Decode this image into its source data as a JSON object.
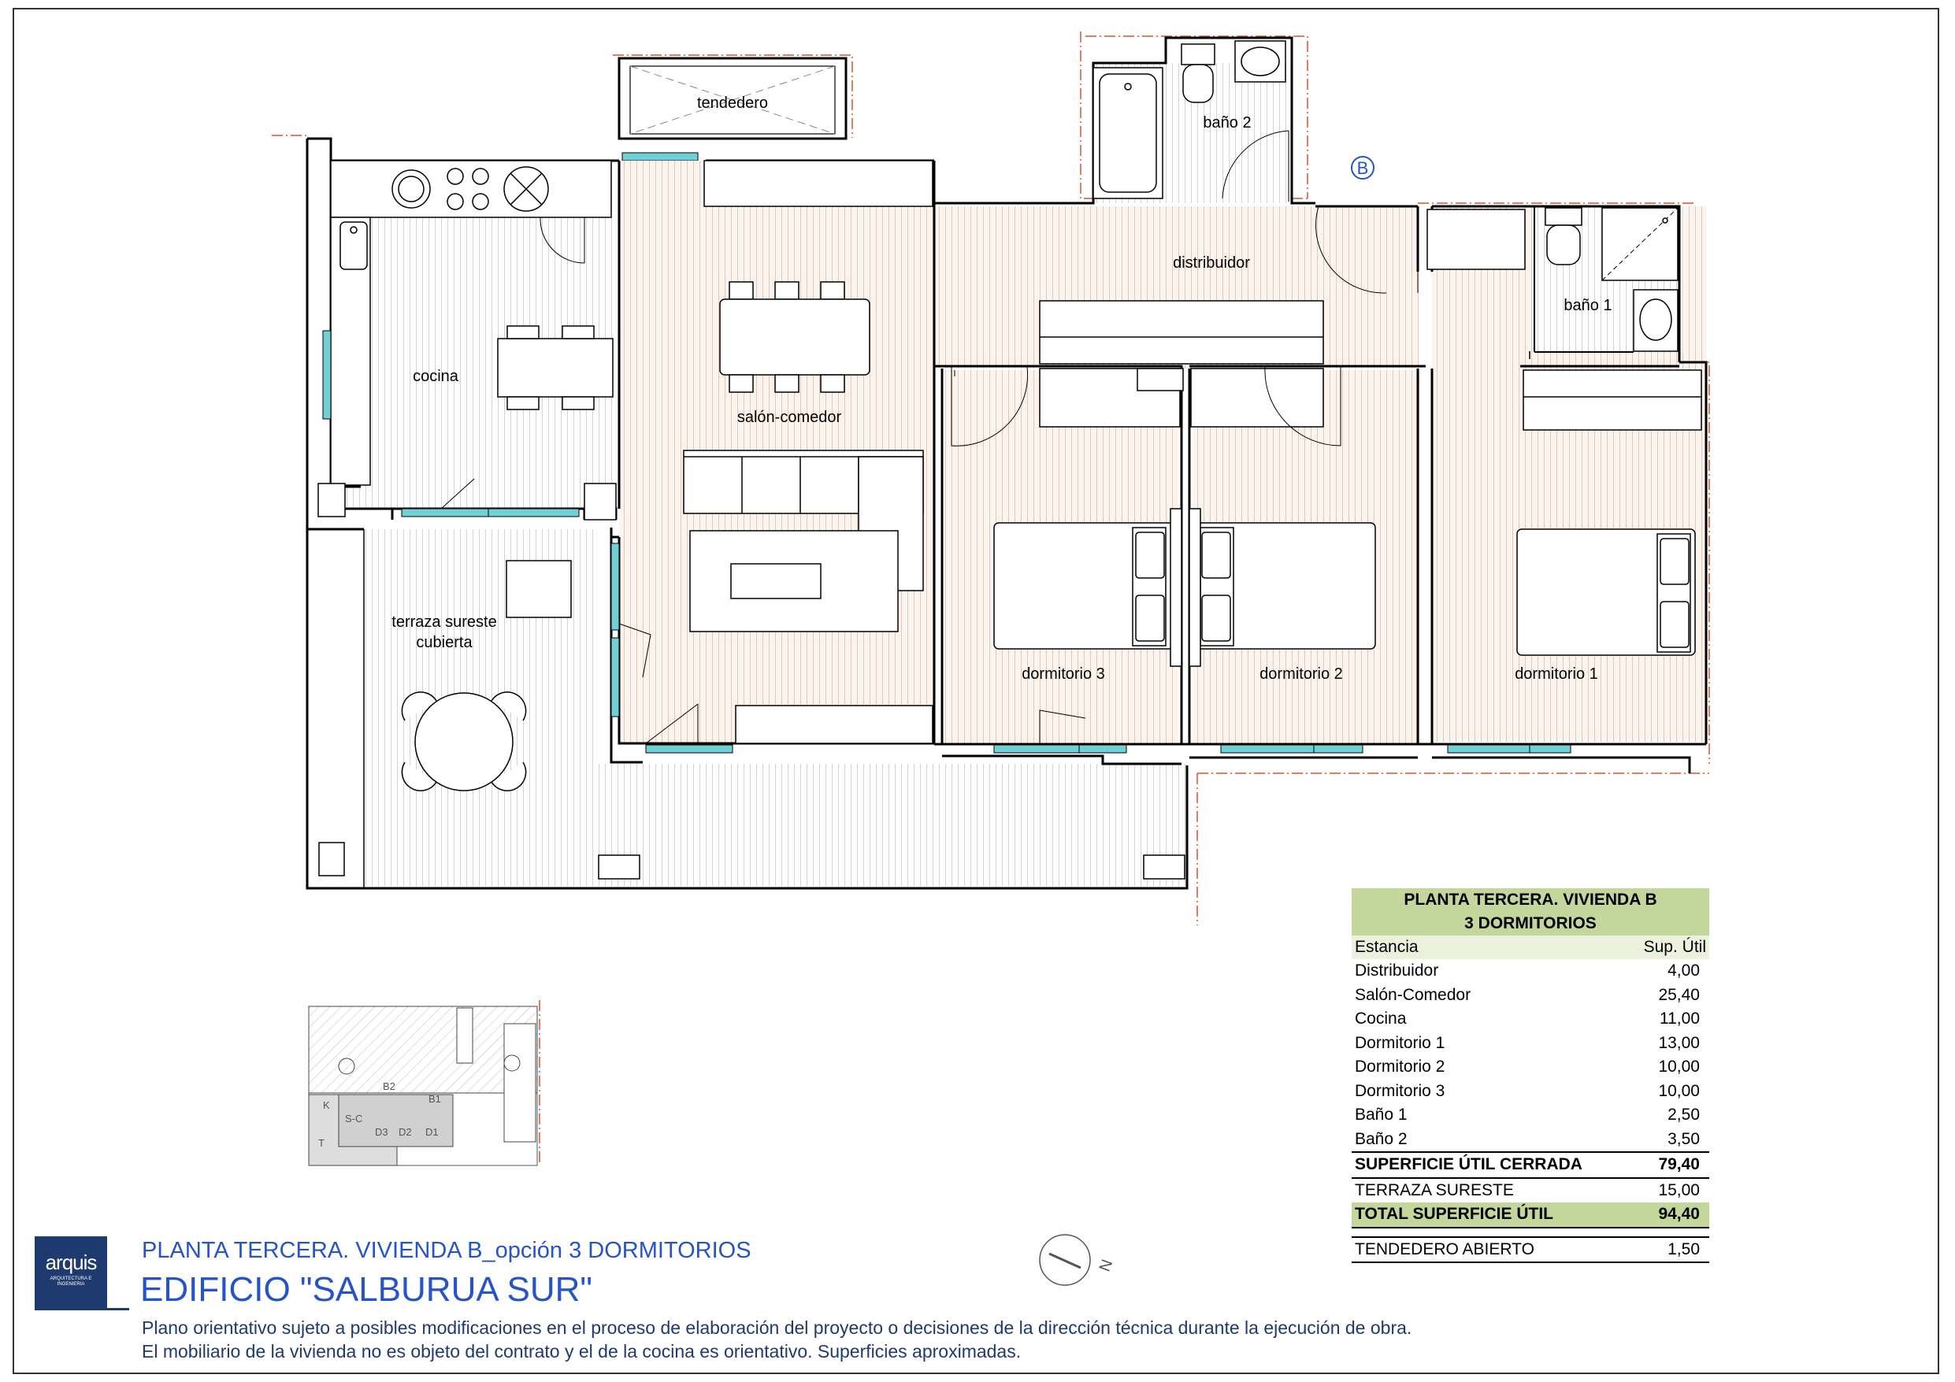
{
  "plan": {
    "marker": "B",
    "rooms": {
      "tendedero": "tendedero",
      "bano2": "baño 2",
      "distribuidor": "distribuidor",
      "bano1": "baño 1",
      "cocina": "cocina",
      "salon": "salón-comedor",
      "terraza_line1": "terraza sureste",
      "terraza_line2": "cubierta",
      "dorm3": "dormitorio 3",
      "dorm2": "dormitorio 2",
      "dorm1": "dormitorio 1"
    },
    "keyplan": {
      "labels": [
        "K",
        "S-C",
        "D3",
        "D2",
        "D1",
        "T",
        "B2",
        "B1"
      ]
    },
    "compass": "N"
  },
  "area_table": {
    "title_line1": "PLANTA TERCERA. VIVIENDA B",
    "title_line2": "3 DORMITORIOS",
    "col_room": "Estancia",
    "col_area": "Sup. Útil",
    "rows": [
      {
        "room": "Distribuidor",
        "area": "4,00"
      },
      {
        "room": "Salón-Comedor",
        "area": "25,40"
      },
      {
        "room": "Cocina",
        "area": "11,00"
      },
      {
        "room": "Dormitorio 1",
        "area": "13,00"
      },
      {
        "room": "Dormitorio 2",
        "area": "10,00"
      },
      {
        "room": "Dormitorio 3",
        "area": "10,00"
      },
      {
        "room": "Baño 1",
        "area": "2,50"
      },
      {
        "room": "Baño 2",
        "area": "3,50"
      }
    ],
    "closed_label": "SUPERFICIE ÚTIL CERRADA",
    "closed_value": "79,40",
    "terrace_label": "TERRAZA SURESTE",
    "terrace_value": "15,00",
    "total_label": "TOTAL SUPERFICIE ÚTIL",
    "total_value": "94,40",
    "drying_label": "TENDEDERO ABIERTO",
    "drying_value": "1,50"
  },
  "title_block": {
    "logo": "arquis",
    "logo_sub": "ARQUITECTURA E INGENIERIA",
    "subtitle": "PLANTA TERCERA. VIVIENDA B_opción 3 DORMITORIOS",
    "title": "EDIFICIO \"SALBURUA SUR\"",
    "note1": "Plano orientativo sujeto a posibles modificaciones en el proceso de elaboración del proyecto o decisiones de la dirección técnica durante la ejecución de obra.",
    "note2": "El mobiliario de la vivienda no es objeto del contrato y el de la cocina es orientativo. Superficies aproximadas."
  },
  "colors": {
    "wall": "#000000",
    "floor_hatch": "#e3c9b5",
    "terrace_hatch": "#bfbfbf",
    "window": "#6fd0d6",
    "boundary": "#d9552a",
    "accent_blue": "#2553c9",
    "table_green": "#c3d69b",
    "table_light": "#ebf1dd"
  }
}
